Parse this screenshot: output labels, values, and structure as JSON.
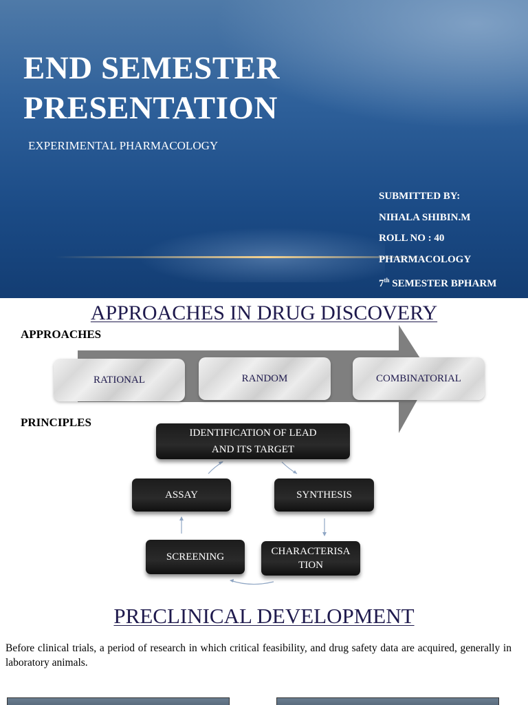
{
  "slide1": {
    "title_line1": "END SEMESTER",
    "title_line2": "PRESENTATION",
    "subtitle": "EXPERIMENTAL PHARMACOLOGY",
    "submitted_by": "SUBMITTED BY:",
    "name": "NIHALA SHIBIN.M",
    "roll_no": "ROLL NO : 40",
    "department": "PHARMACOLOGY",
    "semester_num": "7",
    "semester_sup": "th",
    "semester_rest": " SEMESTER BPHARM"
  },
  "slide2": {
    "title": "APPROACHES IN DRUG DISCOVERY",
    "approaches_label": "APPROACHES",
    "principles_label": "PRINCIPLES",
    "approaches": [
      "RATIONAL",
      "RANDOM",
      "COMBINATORIAL"
    ],
    "cycle": {
      "identification_line1": "IDENTIFICATION OF LEAD",
      "identification_line2": "AND ITS TARGET",
      "synthesis": "SYNTHESIS",
      "characterisation_line1": "CHARACTERISA",
      "characterisation_line2": "TION",
      "screening": "SCREENING",
      "assay": "ASSAY"
    }
  },
  "slide3": {
    "title": "PRECLINICAL DEVELOPMENT",
    "body": "Before clinical trials, a period of research in which critical feasibility,  and drug safety data are acquired, generally in laboratory animals."
  }
}
